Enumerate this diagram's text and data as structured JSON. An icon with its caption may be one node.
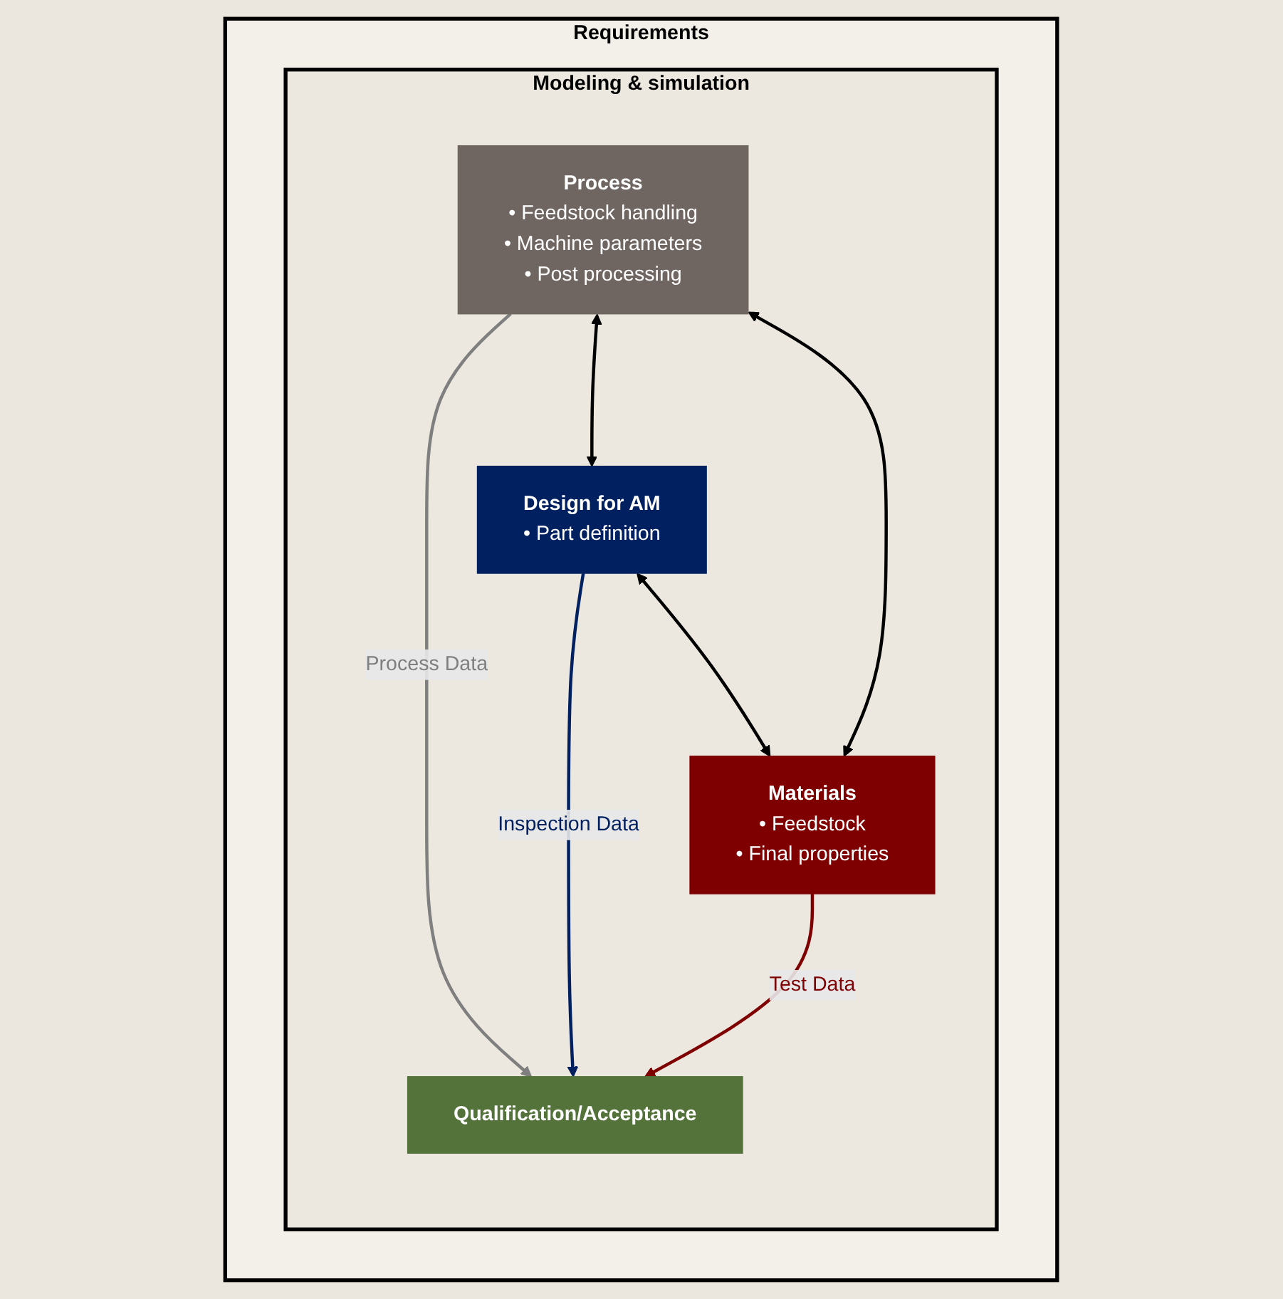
{
  "diagram": {
    "nodes": [
      {
        "text": [
          "Requirements"
        ]
      },
      {
        "text": [
          "Modeling & simulation"
        ],
        "in": 0
      },
      {
        "text": [
          "Process",
          "• Feedstock handling",
          "• Machine parameters",
          "• Post processing"
        ],
        "in": 1
      },
      {
        "text": [
          "Qualification/Acceptance"
        ],
        "in": 1
      },
      {
        "text": [
          "Design for AM",
          "• Part definition"
        ],
        "in": 1
      },
      {
        "text": [
          "Materials",
          "• Feedstock",
          "• Final properties"
        ],
        "in": 1
      }
    ],
    "edges": [
      {
        "from": 2,
        "to": 3,
        "arrow": "to",
        "label": "Process Data",
        "color": "#7f7f7f"
      },
      {
        "from": 4,
        "to": 3,
        "arrow": "to",
        "label": "Inspection Data",
        "color": "#002060"
      },
      {
        "from": 5,
        "to": 3,
        "arrow": "to",
        "label": "Test Data",
        "color": "#7f0000"
      },
      {
        "from": 2,
        "to": 4,
        "arrow": "both"
      },
      {
        "from": 2,
        "to": 5,
        "arrow": "both"
      },
      {
        "from": 4,
        "to": 5,
        "arrow": "both"
      }
    ]
  }
}
